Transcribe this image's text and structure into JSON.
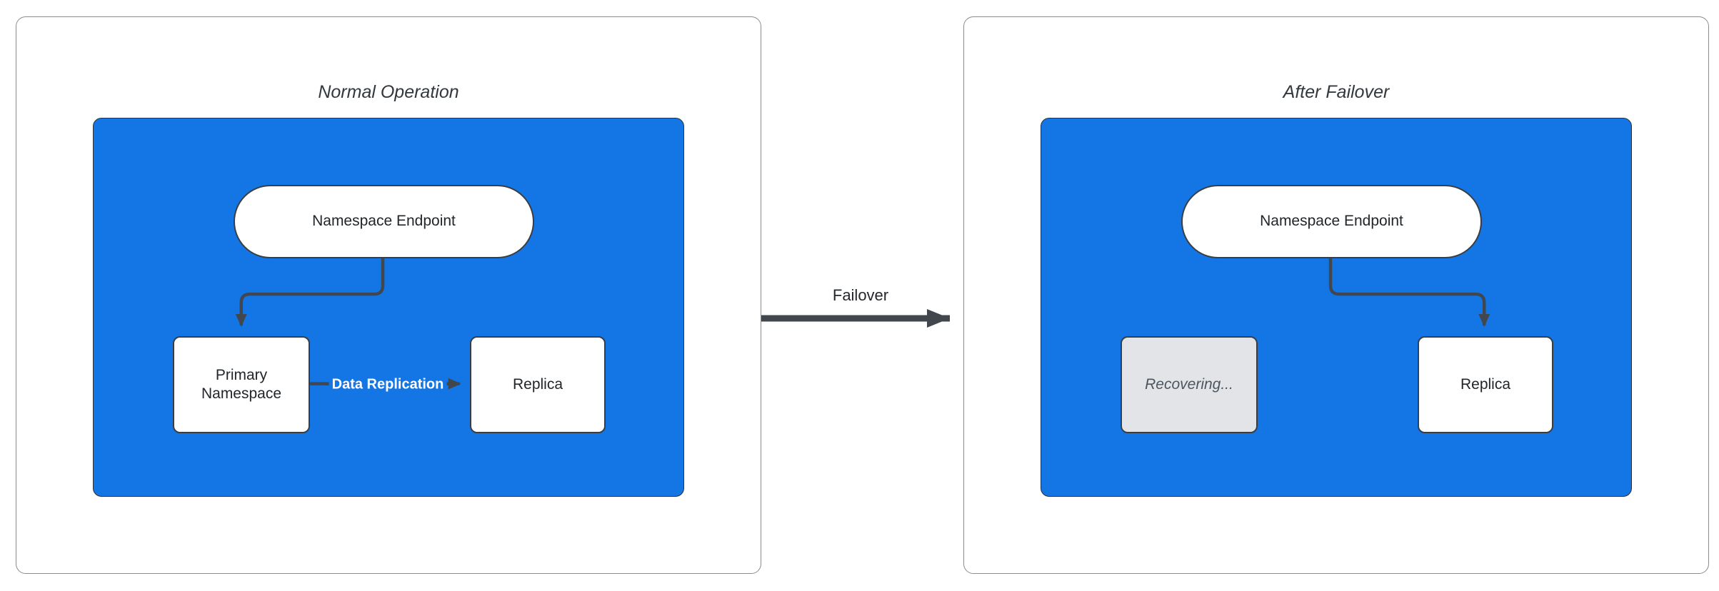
{
  "colors": {
    "group_fill": "#1476e4",
    "node_fill": "#ffffff",
    "recovering_fill": "#e3e4e7",
    "stroke": "#41474d",
    "panel_border": "#8c8c8c",
    "title_text": "#32383e",
    "node_text": "#22262a",
    "recovering_text": "#4d5660",
    "edge_label_text": "#ffffff"
  },
  "panels": [
    {
      "title": "Normal Operation",
      "nodes": {
        "endpoint": "Namespace Endpoint",
        "primary": "Primary Namespace",
        "replica": "Replica"
      },
      "edges": {
        "replication_label": "Data Replication"
      }
    },
    {
      "title": "After Failover",
      "nodes": {
        "endpoint": "Namespace Endpoint",
        "recovering": "Recovering...",
        "replica": "Replica"
      }
    }
  ],
  "transition": {
    "label": "Failover"
  }
}
